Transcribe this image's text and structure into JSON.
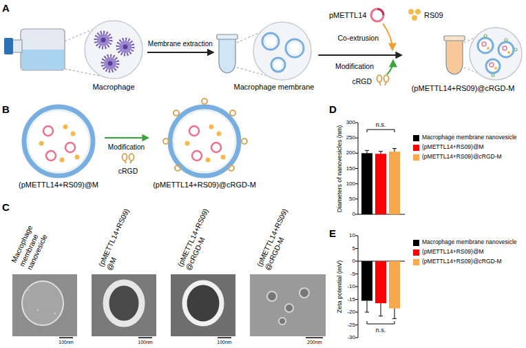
{
  "diagram": {
    "nodes": [
      {
        "text": [
          "Macrophage"
        ]
      },
      {
        "text": [
          "Macrophage membrane"
        ]
      },
      {
        "text": [
          "(pMETTL14+RS09)@cRGD-M"
        ]
      },
      {
        "text": [
          "(pMETTL14+RS09)@M"
        ]
      },
      {
        "text": [
          "(pMETTL14+RS09)@cRGD-M"
        ]
      }
    ],
    "edges": [
      {
        "from": 0,
        "to": 1,
        "arrow": "to",
        "label": "Membrane extraction"
      },
      {
        "from": 1,
        "to": 2,
        "arrow": "to"
      },
      {
        "from": 3,
        "to": 4,
        "arrow": "to",
        "label": "Modification"
      }
    ],
    "labels": [
      "A",
      "pMETTL14",
      "RS09",
      "Co-extrusion",
      "Modification",
      "cRGD",
      "B",
      "cRGD",
      "C",
      "Macrophage membrane nanovesicle",
      "(pMETTL14+RS09) @M",
      "(pMETTL14+RS09) @cRGD-M",
      "(pMETTL14+RS09) @cRGD-M",
      "100nm",
      "100nm",
      "100nm",
      "200nm",
      "D",
      "Diameters of nanovesicles (nm)",
      "300",
      "250",
      "200",
      "150",
      "100",
      "50",
      "0",
      "n.s.",
      "E",
      "Zeta potential (mV)",
      "10",
      "5",
      "0",
      "-5",
      "-10",
      "-15",
      "-20",
      "-25",
      "-30",
      "n.s."
    ],
    "legend": [
      {
        "text": "Macrophage membrane nanovesicle",
        "color": "#000000"
      },
      {
        "text": "(pMETTL14+RS09)@M",
        "color": "#ff0000"
      },
      {
        "text": "(pMETTL14+RS09)@cRGD-M",
        "color": "#f9a94b"
      },
      {
        "text": "Macrophage membrane nanovesicle",
        "color": "#000000"
      },
      {
        "text": "(pMETTL14+RS09)@M",
        "color": "#ff0000"
      },
      {
        "text": "(pMETTL14+RS09)@cRGD-M",
        "color": "#f9a94b"
      }
    ]
  }
}
